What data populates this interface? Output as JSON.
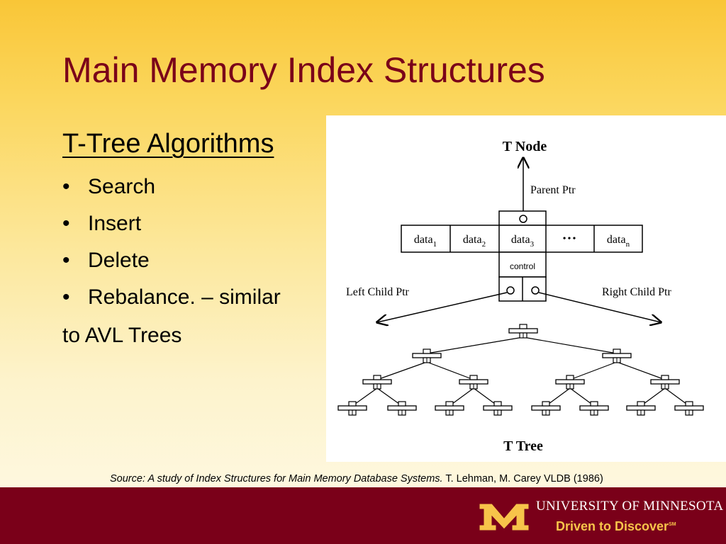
{
  "slide": {
    "title": "Main Memory Index Structures",
    "subtitle": "T-Tree Algorithms",
    "bullets": [
      "Search",
      "Insert",
      "Delete",
      "Rebalance. – similar"
    ],
    "bullet_tail": "to AVL Trees",
    "bullet_glyph": "•"
  },
  "diagram": {
    "node_title": "T Node",
    "parent_ptr": "Parent Ptr",
    "data_cells": [
      {
        "base": "data",
        "sub": "1"
      },
      {
        "base": "data",
        "sub": "2"
      },
      {
        "base": "data",
        "sub": "3"
      },
      {
        "base": "•••",
        "sub": ""
      },
      {
        "base": "data",
        "sub": "n"
      }
    ],
    "control_label": "control",
    "left_child_ptr": "Left Child Ptr",
    "right_child_ptr": "Right Child Ptr",
    "tree_title": "T Tree"
  },
  "source": {
    "italic": "Source: A study of Index Structures for Main Memory Database Systems.",
    "plain": "T. Lehman, M. Carey VLDB (1986)"
  },
  "footer": {
    "university": "UNIVERSITY OF MINNESOTA",
    "tagline": "Driven to Discover",
    "tagline_mark": "SM",
    "maroon": "#7a0019",
    "gold": "#f7c44a"
  }
}
